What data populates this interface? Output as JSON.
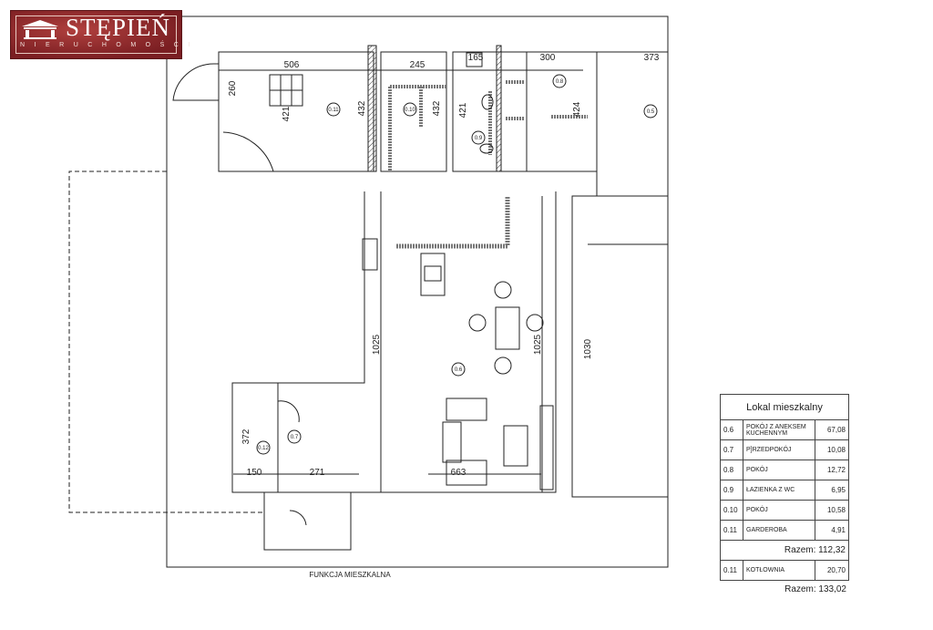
{
  "logo": {
    "name": "STĘPIEŃ",
    "subtitle": "NIERUCHOMOŚCI"
  },
  "plan": {
    "caption": "FUNKCJA MIESZKALNA",
    "dimensions": [
      "506",
      "245",
      "165",
      "300",
      "373",
      "260",
      "421",
      "432",
      "432",
      "421",
      "424",
      "1025",
      "1025",
      "1030",
      "372",
      "150",
      "271",
      "663"
    ],
    "room_markers": [
      "0.11",
      "0.10",
      "0.9",
      "0.8",
      "0.5",
      "0.6",
      "0.7",
      "0.12"
    ]
  },
  "legend": {
    "title": "Lokal mieszkalny",
    "rows": [
      {
        "num": "0.6",
        "name": "POKÓJ Z ANEKSEM KUCHENNYM",
        "area": "67,08"
      },
      {
        "num": "0.7",
        "name": "P]RZEDPOKÓJ",
        "area": "10,08"
      },
      {
        "num": "0.8",
        "name": "POKÓJ",
        "area": "12,72"
      },
      {
        "num": "0.9",
        "name": "ŁAZIENKA Z WC",
        "area": "6,95"
      },
      {
        "num": "0.10",
        "name": "POKÓJ",
        "area": "10,58"
      },
      {
        "num": "0.11",
        "name": "GARDEROBA",
        "area": "4,91"
      }
    ],
    "subtotal": "Razem: 112,32",
    "extra_row": {
      "num": "0.11",
      "name": "KOTŁOWNIA",
      "area": "20,70"
    },
    "total": "Razem: 133,02"
  }
}
